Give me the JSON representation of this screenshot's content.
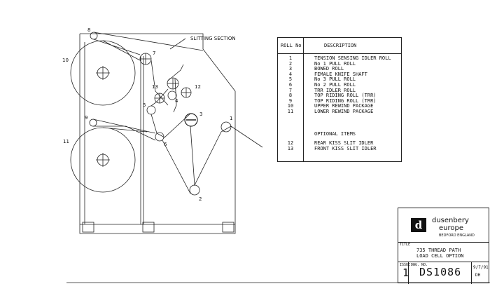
{
  "diagram": {
    "section_label": "SLITTING SECTION",
    "roll_numbers": {
      "r1": "1",
      "r2": "2",
      "r3": "3",
      "r4": "4",
      "r5": "5",
      "r6": "6",
      "r7": "7",
      "r8": "8",
      "r9": "9",
      "r10": "10",
      "r11": "11",
      "r12": "12",
      "r13": "13"
    }
  },
  "roll_table": {
    "header_no": "ROLL No",
    "header_desc": "DESCRIPTION",
    "rows": [
      {
        "no": "1",
        "desc": "TENSION SENSING IDLER ROLL"
      },
      {
        "no": "2",
        "desc": "No 1 PULL ROLL"
      },
      {
        "no": "3",
        "desc": "BOWED ROLL"
      },
      {
        "no": "4",
        "desc": "FEMALE KNIFE SHAFT"
      },
      {
        "no": "5",
        "desc": "No 3 PULL ROLL"
      },
      {
        "no": "6",
        "desc": "No 2 PULL ROLL"
      },
      {
        "no": "7",
        "desc": "TRR IDLER ROLL"
      },
      {
        "no": "8",
        "desc": "TOP RIDING ROLL (TRR)"
      },
      {
        "no": "9",
        "desc": "TOP RIDING ROLL (TRR)"
      },
      {
        "no": "10",
        "desc": "UPPER REWIND PACKAGE"
      },
      {
        "no": "11",
        "desc": "LOWER REWIND PACKAGE"
      }
    ],
    "optional_title": "OPTIONAL ITEMS",
    "optional_rows": [
      {
        "no": "12",
        "desc": "REAR KISS SLIT IDLER"
      },
      {
        "no": "13",
        "desc": "FRONT KISS SLIT IDLER"
      }
    ]
  },
  "title_block": {
    "logo_letter": "d",
    "company_line1": "dusenbery",
    "company_line2": "europe",
    "location": "BEDFORD ENGLAND",
    "title_label": "TITLE",
    "title_line1": "735 THREAD PATH",
    "title_line2": "LOAD CELL OPTION",
    "issue_label": "ISSUE",
    "dwg_label": "DWG. NO.",
    "issue": "1",
    "drawing_no": "DS1086",
    "date": "9/7/91",
    "initials": "DH"
  }
}
